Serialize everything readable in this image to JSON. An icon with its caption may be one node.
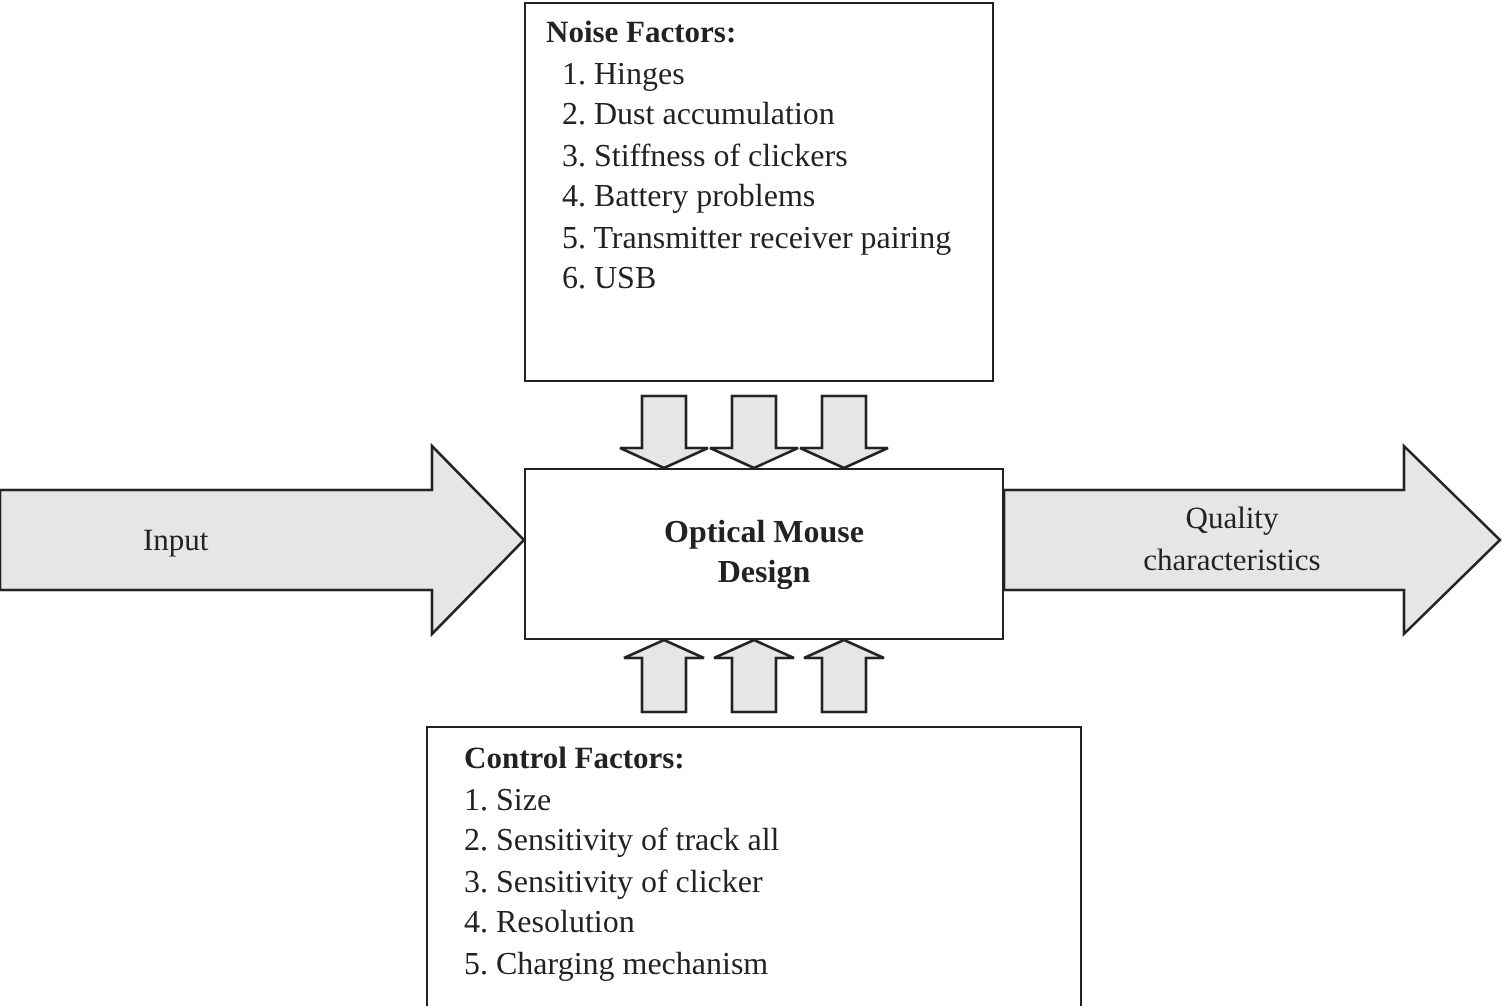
{
  "diagram": {
    "nodes": [
      {
        "text": [
          "Noise Factors:",
          "1. Hinges",
          "2. Dust accumulation",
          "3. Stiffness of clickers",
          "4. Battery problems",
          "5. Transmitter receiver pairing",
          "6. USB"
        ]
      },
      {
        "text": [
          "Optical Mouse Design"
        ]
      },
      {
        "text": [
          "Control Factors:",
          "1. Size",
          "2. Sensitivity of track all",
          "3. Sensitivity of clicker",
          "4. Resolution",
          "5. Charging mechanism"
        ]
      }
    ],
    "edges": [
      {
        "from": 0,
        "to": 1,
        "arrow": "to"
      },
      {
        "from": 0,
        "to": 1,
        "arrow": "to"
      },
      {
        "from": 0,
        "to": 1,
        "arrow": "to"
      },
      {
        "from": 2,
        "to": 1,
        "arrow": "to"
      },
      {
        "from": 2,
        "to": 1,
        "arrow": "to"
      },
      {
        "from": 2,
        "to": 1,
        "arrow": "to"
      },
      {
        "from": null,
        "to": 1,
        "arrow": "to",
        "label": "Input"
      },
      {
        "from": 1,
        "to": null,
        "arrow": "to",
        "label": "Quality characteristics"
      }
    ]
  }
}
